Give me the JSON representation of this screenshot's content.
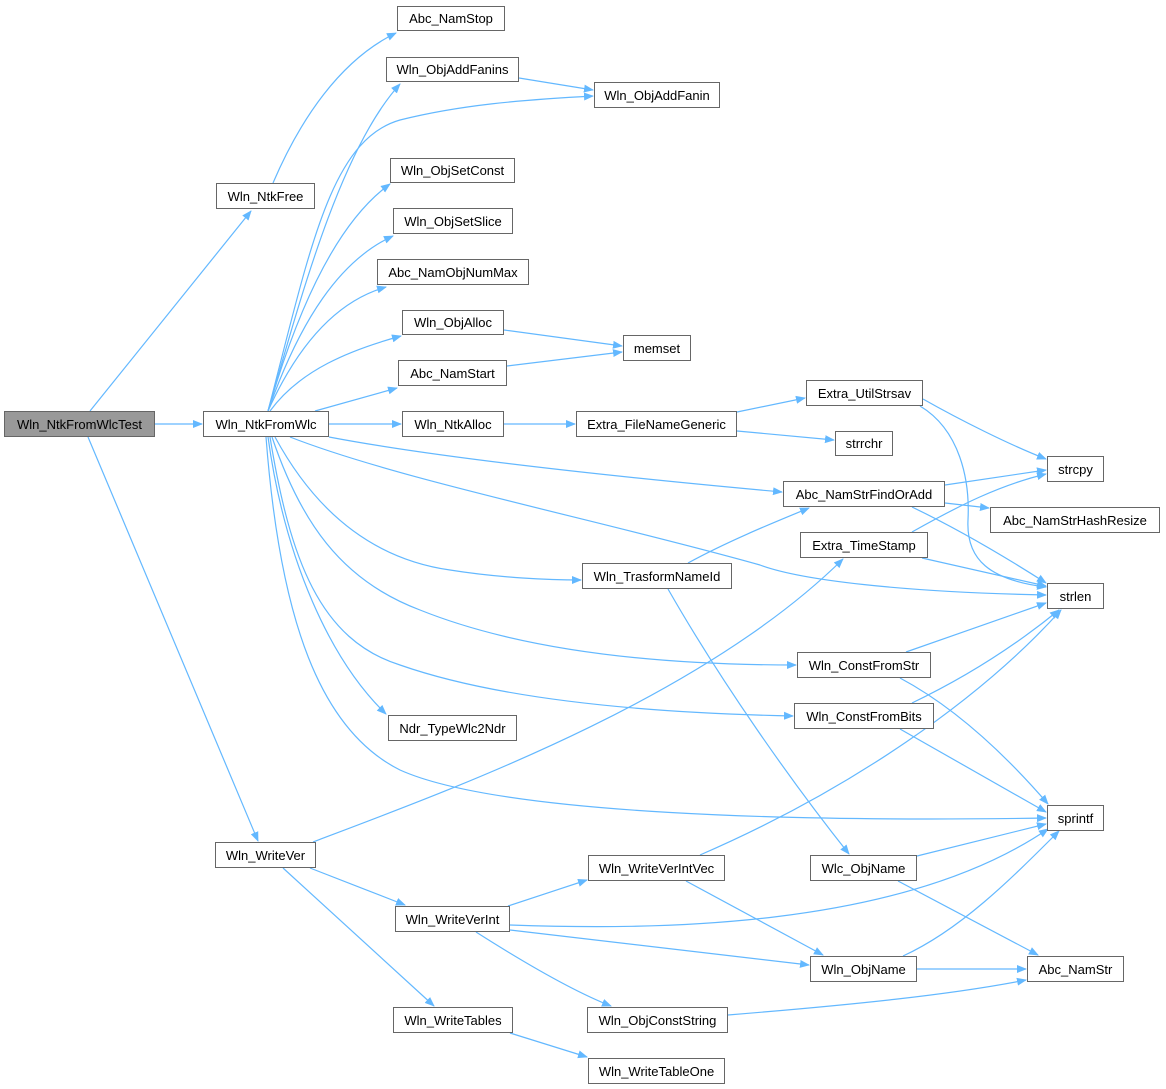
{
  "graph": {
    "root": "Wln_NtkFromWlcTest",
    "colors": {
      "edge": "#63b8ff",
      "root_fill": "#999999",
      "node_border": "#666666"
    },
    "nodes": {
      "test": "Wln_NtkFromWlcTest",
      "ntkFromWlc": "Wln_NtkFromWlc",
      "namStop": "Abc_NamStop",
      "objAddFanins": "Wln_ObjAddFanins",
      "objAddFanin": "Wln_ObjAddFanin",
      "ntkFree": "Wln_NtkFree",
      "objSetConst": "Wln_ObjSetConst",
      "objSetSlice": "Wln_ObjSetSlice",
      "namObjNumMax": "Abc_NamObjNumMax",
      "objAlloc": "Wln_ObjAlloc",
      "memset": "memset",
      "namStart": "Abc_NamStart",
      "ntkAlloc": "Wln_NtkAlloc",
      "fileNameGeneric": "Extra_FileNameGeneric",
      "utilStrsav": "Extra_UtilStrsav",
      "strrchr": "strrchr",
      "strcpy": "strcpy",
      "namStrFindOrAdd": "Abc_NamStrFindOrAdd",
      "namStrHashResize": "Abc_NamStrHashResize",
      "timeStamp": "Extra_TimeStamp",
      "trasformNameId": "Wln_TrasformNameId",
      "strlen": "strlen",
      "constFromStr": "Wln_ConstFromStr",
      "constFromBits": "Wln_ConstFromBits",
      "typeWlc2Ndr": "Ndr_TypeWlc2Ndr",
      "sprintf": "sprintf",
      "writeVer": "Wln_WriteVer",
      "writeVerIntVec": "Wln_WriteVerIntVec",
      "wlcObjName": "Wlc_ObjName",
      "writeVerInt": "Wln_WriteVerInt",
      "wlnObjName": "Wln_ObjName",
      "namStr": "Abc_NamStr",
      "writeTables": "Wln_WriteTables",
      "objConstString": "Wln_ObjConstString",
      "writeTableOne": "Wln_WriteTableOne"
    },
    "edges": [
      [
        "test",
        "ntkFromWlc"
      ],
      [
        "test",
        "ntkFree"
      ],
      [
        "test",
        "writeVer"
      ],
      [
        "ntkFree",
        "namStop"
      ],
      [
        "ntkFromWlc",
        "objAddFanins"
      ],
      [
        "ntkFromWlc",
        "objAddFanin"
      ],
      [
        "ntkFromWlc",
        "objSetConst"
      ],
      [
        "ntkFromWlc",
        "objSetSlice"
      ],
      [
        "ntkFromWlc",
        "namObjNumMax"
      ],
      [
        "ntkFromWlc",
        "objAlloc"
      ],
      [
        "ntkFromWlc",
        "namStart"
      ],
      [
        "ntkFromWlc",
        "ntkAlloc"
      ],
      [
        "ntkFromWlc",
        "namStrFindOrAdd"
      ],
      [
        "ntkFromWlc",
        "strlen"
      ],
      [
        "ntkFromWlc",
        "trasformNameId"
      ],
      [
        "ntkFromWlc",
        "constFromStr"
      ],
      [
        "ntkFromWlc",
        "constFromBits"
      ],
      [
        "ntkFromWlc",
        "typeWlc2Ndr"
      ],
      [
        "ntkFromWlc",
        "sprintf"
      ],
      [
        "ntkAlloc",
        "fileNameGeneric"
      ],
      [
        "objAlloc",
        "memset"
      ],
      [
        "namStart",
        "memset"
      ],
      [
        "objAddFanins",
        "objAddFanin"
      ],
      [
        "fileNameGeneric",
        "utilStrsav"
      ],
      [
        "fileNameGeneric",
        "strrchr"
      ],
      [
        "utilStrsav",
        "strcpy"
      ],
      [
        "utilStrsav",
        "strlen"
      ],
      [
        "namStrFindOrAdd",
        "strcpy"
      ],
      [
        "namStrFindOrAdd",
        "namStrHashResize"
      ],
      [
        "namStrFindOrAdd",
        "strlen"
      ],
      [
        "timeStamp",
        "strcpy"
      ],
      [
        "timeStamp",
        "strlen"
      ],
      [
        "trasformNameId",
        "namStrFindOrAdd"
      ],
      [
        "trasformNameId",
        "wlcObjName"
      ],
      [
        "constFromStr",
        "strlen"
      ],
      [
        "constFromStr",
        "sprintf"
      ],
      [
        "constFromBits",
        "strlen"
      ],
      [
        "constFromBits",
        "sprintf"
      ],
      [
        "writeVer",
        "timeStamp"
      ],
      [
        "writeVer",
        "writeVerInt"
      ],
      [
        "writeVer",
        "writeTables"
      ],
      [
        "writeVerInt",
        "writeVerIntVec"
      ],
      [
        "writeVerInt",
        "sprintf"
      ],
      [
        "writeVerInt",
        "wlnObjName"
      ],
      [
        "writeVerInt",
        "objConstString"
      ],
      [
        "writeVerIntVec",
        "strlen"
      ],
      [
        "writeVerIntVec",
        "wlnObjName"
      ],
      [
        "wlcObjName",
        "sprintf"
      ],
      [
        "wlcObjName",
        "namStr"
      ],
      [
        "wlnObjName",
        "namStr"
      ],
      [
        "wlnObjName",
        "sprintf"
      ],
      [
        "objConstString",
        "namStr"
      ],
      [
        "writeTables",
        "writeTableOne"
      ]
    ]
  }
}
